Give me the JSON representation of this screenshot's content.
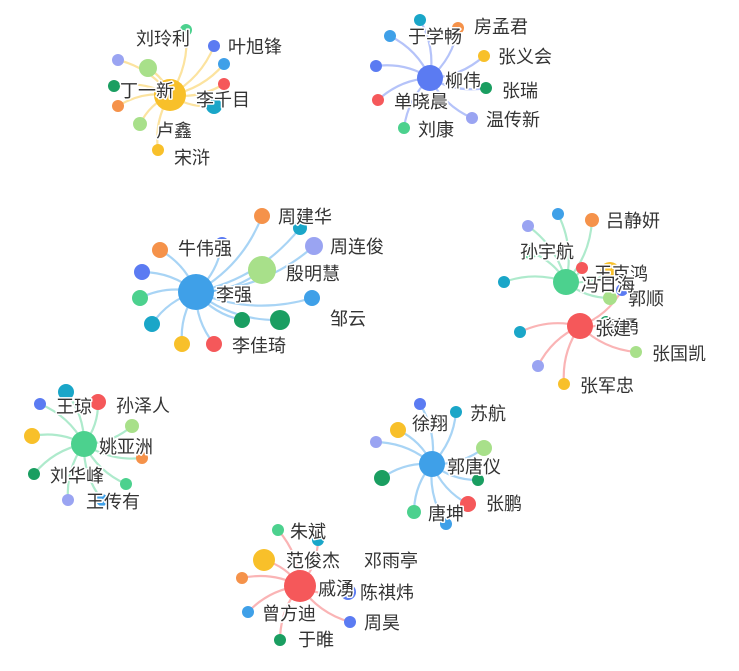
{
  "palette": {
    "blue": "#4a90e2",
    "indigo": "#5b7bf2",
    "sky": "#3fa0e8",
    "periwinkle": "#9aa4f2",
    "orange": "#f5924a",
    "yellow": "#f8c02a",
    "green": "#1a9e61",
    "mint": "#4cd18e",
    "lime": "#a8e08a",
    "red": "#f5585a",
    "teal": "#1aa6c8"
  },
  "clusters": [
    {
      "id": "c1",
      "hub": {
        "label": "",
        "color": "yellow"
      },
      "nodes": [
        {
          "label": "刘玲利",
          "color": "lime"
        },
        {
          "label": "叶旭锋",
          "color": "indigo"
        },
        {
          "label": "丁一新",
          "color": "teal"
        },
        {
          "label": "李千目",
          "color": "red"
        },
        {
          "label": "卢鑫",
          "color": "lime"
        },
        {
          "label": "宋浒",
          "color": "yellow"
        },
        {
          "label": "",
          "color": "mint"
        },
        {
          "label": "",
          "color": "periwinkle"
        },
        {
          "label": "",
          "color": "sky"
        },
        {
          "label": "",
          "color": "orange"
        },
        {
          "label": "",
          "color": "green"
        }
      ]
    },
    {
      "id": "c2",
      "hub": {
        "label": "柳伟",
        "color": "indigo"
      },
      "nodes": [
        {
          "label": "于学畅",
          "color": "sky"
        },
        {
          "label": "房孟君",
          "color": "orange"
        },
        {
          "label": "张义会",
          "color": "yellow"
        },
        {
          "label": "张瑞",
          "color": "green"
        },
        {
          "label": "温传新",
          "color": "periwinkle"
        },
        {
          "label": "单晓晨",
          "color": "red"
        },
        {
          "label": "刘康",
          "color": "mint"
        },
        {
          "label": "",
          "color": "teal"
        },
        {
          "label": "",
          "color": "indigo"
        }
      ]
    },
    {
      "id": "c3",
      "hub": {
        "label": "李强",
        "color": "sky"
      },
      "nodes": [
        {
          "label": "周建华",
          "color": "orange"
        },
        {
          "label": "牛伟强",
          "color": "orange"
        },
        {
          "label": "周连俊",
          "color": "periwinkle"
        },
        {
          "label": "殷明慧",
          "color": "lime"
        },
        {
          "label": "邹云",
          "color": "sky"
        },
        {
          "label": "李佳琦",
          "color": "red"
        },
        {
          "label": "",
          "color": "indigo"
        },
        {
          "label": "",
          "color": "mint"
        },
        {
          "label": "",
          "color": "teal"
        },
        {
          "label": "",
          "color": "yellow"
        },
        {
          "label": "",
          "color": "green"
        },
        {
          "label": "",
          "color": "green"
        },
        {
          "label": "",
          "color": "teal"
        },
        {
          "label": "",
          "color": "indigo"
        }
      ]
    },
    {
      "id": "c4",
      "hub": {
        "label": "冯日海",
        "color": "mint"
      },
      "nodes": [
        {
          "label": "吕静妍",
          "color": "orange"
        },
        {
          "label": "孙宇航",
          "color": "mint"
        },
        {
          "label": "王克鸿",
          "color": "yellow"
        },
        {
          "label": "郭顺",
          "color": "lime"
        },
        {
          "label": "",
          "color": "periwinkle"
        },
        {
          "label": "",
          "color": "sky"
        },
        {
          "label": "",
          "color": "teal"
        },
        {
          "label": "",
          "color": "red"
        }
      ]
    },
    {
      "id": "c5",
      "hub": {
        "label": "张建",
        "color": "red"
      },
      "nodes": [
        {
          "label": "彭勇",
          "color": "green"
        },
        {
          "label": "张国凯",
          "color": "lime"
        },
        {
          "label": "张军忠",
          "color": "yellow"
        },
        {
          "label": "",
          "color": "teal"
        },
        {
          "label": "",
          "color": "periwinkle"
        },
        {
          "label": "",
          "color": "indigo"
        }
      ]
    },
    {
      "id": "c6",
      "hub": {
        "label": "姚亚洲",
        "color": "mint"
      },
      "nodes": [
        {
          "label": "王琼",
          "color": "teal"
        },
        {
          "label": "孙泽人",
          "color": "red"
        },
        {
          "label": "刘华峰",
          "color": "green"
        },
        {
          "label": "王传有",
          "color": "sky"
        },
        {
          "label": "",
          "color": "indigo"
        },
        {
          "label": "",
          "color": "yellow"
        },
        {
          "label": "",
          "color": "lime"
        },
        {
          "label": "",
          "color": "periwinkle"
        },
        {
          "label": "",
          "color": "mint"
        },
        {
          "label": "",
          "color": "orange"
        }
      ]
    },
    {
      "id": "c7",
      "hub": {
        "label": "郭唐仪",
        "color": "sky"
      },
      "nodes": [
        {
          "label": "徐翔",
          "color": "yellow"
        },
        {
          "label": "苏航",
          "color": "teal"
        },
        {
          "label": "张鹏",
          "color": "red"
        },
        {
          "label": "唐坤",
          "color": "mint"
        },
        {
          "label": "",
          "color": "indigo"
        },
        {
          "label": "",
          "color": "periwinkle"
        },
        {
          "label": "",
          "color": "lime"
        },
        {
          "label": "",
          "color": "green"
        },
        {
          "label": "",
          "color": "green"
        },
        {
          "label": "",
          "color": "sky"
        }
      ]
    },
    {
      "id": "c8",
      "hub": {
        "label": "戚湧",
        "color": "red"
      },
      "nodes": [
        {
          "label": "朱斌",
          "color": "mint"
        },
        {
          "label": "范俊杰",
          "color": "yellow"
        },
        {
          "label": "邓雨亭",
          "color": "teal"
        },
        {
          "label": "陈祺炜",
          "color": "indigo"
        },
        {
          "label": "曾方迪",
          "color": "sky"
        },
        {
          "label": "周昊",
          "color": "indigo"
        },
        {
          "label": "于睢",
          "color": "green"
        },
        {
          "label": "",
          "color": "orange"
        }
      ]
    }
  ]
}
